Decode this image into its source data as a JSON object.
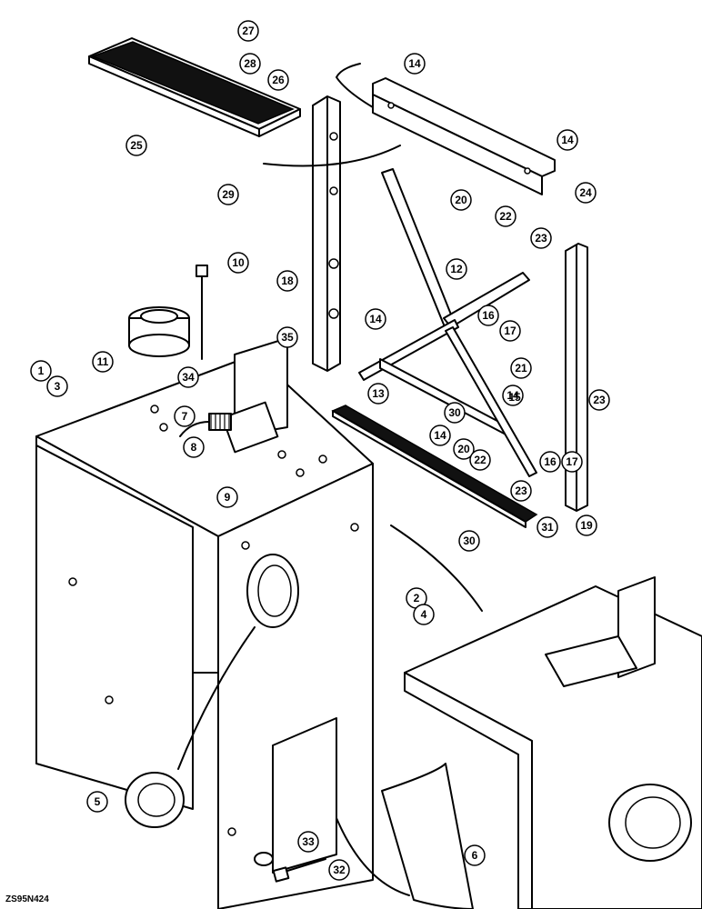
{
  "diagram": {
    "drawing_code": "ZS95N424",
    "callouts": [
      "1",
      "2",
      "3",
      "4",
      "5",
      "6",
      "7",
      "8",
      "9",
      "10",
      "11",
      "12",
      "13",
      "14",
      "14",
      "14",
      "14",
      "14",
      "15",
      "16",
      "16",
      "17",
      "17",
      "18",
      "19",
      "20",
      "20",
      "21",
      "22",
      "22",
      "23",
      "23",
      "23",
      "24",
      "25",
      "26",
      "27",
      "28",
      "29",
      "30",
      "30",
      "31",
      "32",
      "33",
      "34",
      "35"
    ]
  }
}
